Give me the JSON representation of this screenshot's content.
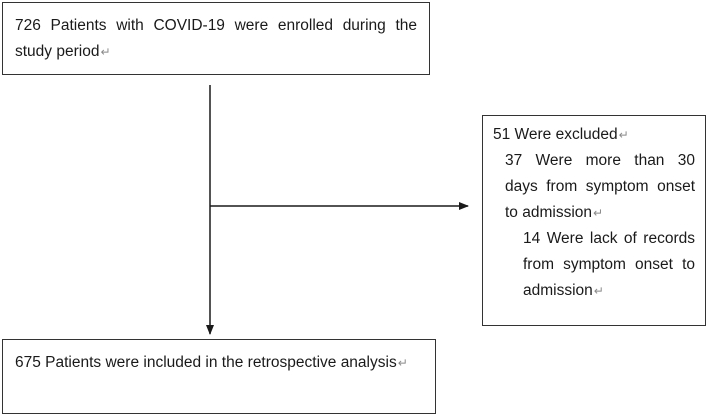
{
  "boxes": {
    "enrolled": {
      "text": "726 Patients with COVID-19 were enrolled during the study period"
    },
    "excluded": {
      "title": "51 Were excluded",
      "reason_1": "37 Were more than 30 days from symptom onset to admission",
      "reason_2": "14 Were lack of records from symptom onset to admission"
    },
    "included": {
      "text": "675 Patients were included in the retrospective analysis"
    }
  },
  "marks": {
    "return_symbol": "↵"
  },
  "colors": {
    "border": "#333333",
    "arrow": "#1a1a1a",
    "text": "#1a1a1a",
    "return_mark": "#8a8a8a"
  }
}
